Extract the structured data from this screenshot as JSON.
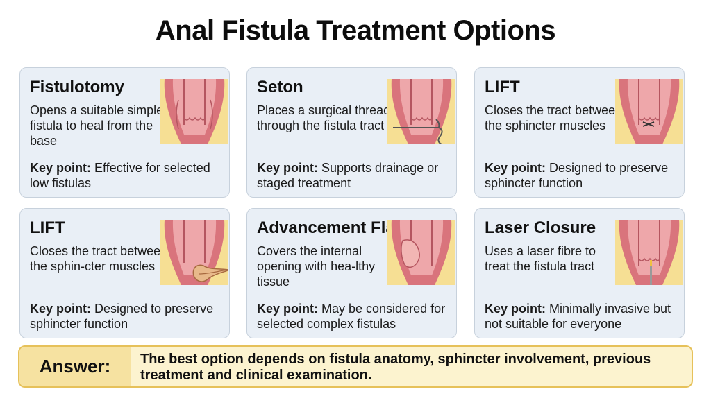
{
  "title": "Anal Fistula Treatment Options",
  "cards": [
    {
      "name": "Fistulotomy",
      "description": "Opens a suitable simple fistula to heal from the base",
      "key_label": "Key point:",
      "key_text": " Effective for selected low fistulas",
      "icon": "fistulotomy-anatomy-icon"
    },
    {
      "name": "Seton",
      "description": "Places a surgical thread through the fistula tract",
      "key_label": "Key point:",
      "key_text": " Supports drainage or staged treatment",
      "icon": "seton-anatomy-icon"
    },
    {
      "name": "LIFT",
      "description": "Closes the tract between the sphincter muscles",
      "key_label": "Key point:",
      "key_text": " Designed to preserve sphincter function",
      "icon": "lift-anatomy-icon"
    },
    {
      "name": "LIFT",
      "description": "Closes the tract between the sphin-cter muscles",
      "key_label": "Key point:",
      "key_text": " Designed to preserve sphincter function",
      "icon": "lift-tract-anatomy-icon"
    },
    {
      "name": "Advancement Flap",
      "description": "Covers the internal opening with hea-lthy tissue",
      "key_label": "Key point:",
      "key_text": " May be considered for selected complex fistulas",
      "icon": "advancement-flap-anatomy-icon"
    },
    {
      "name": "Laser Closure",
      "description": "Uses a laser fibre to treat the fistula tract",
      "key_label": "Key point:",
      "key_text": " Minimally invasive but not suitable for everyone",
      "icon": "laser-fibre-anatomy-icon"
    }
  ],
  "answer": {
    "label": "Answer:",
    "text": "The best option depends on fistula anatomy, sphincter involvement, previous treatment and clinical examination."
  },
  "colors": {
    "card_bg": "#e9eff6",
    "card_border": "#c7d1dc",
    "tissue_pink": "#e8a0a4",
    "muscle_dark": "#c85a66",
    "fat_yellow": "#f6df94",
    "answer_bg": "#fcf3cf",
    "answer_border": "#e6c15a"
  }
}
